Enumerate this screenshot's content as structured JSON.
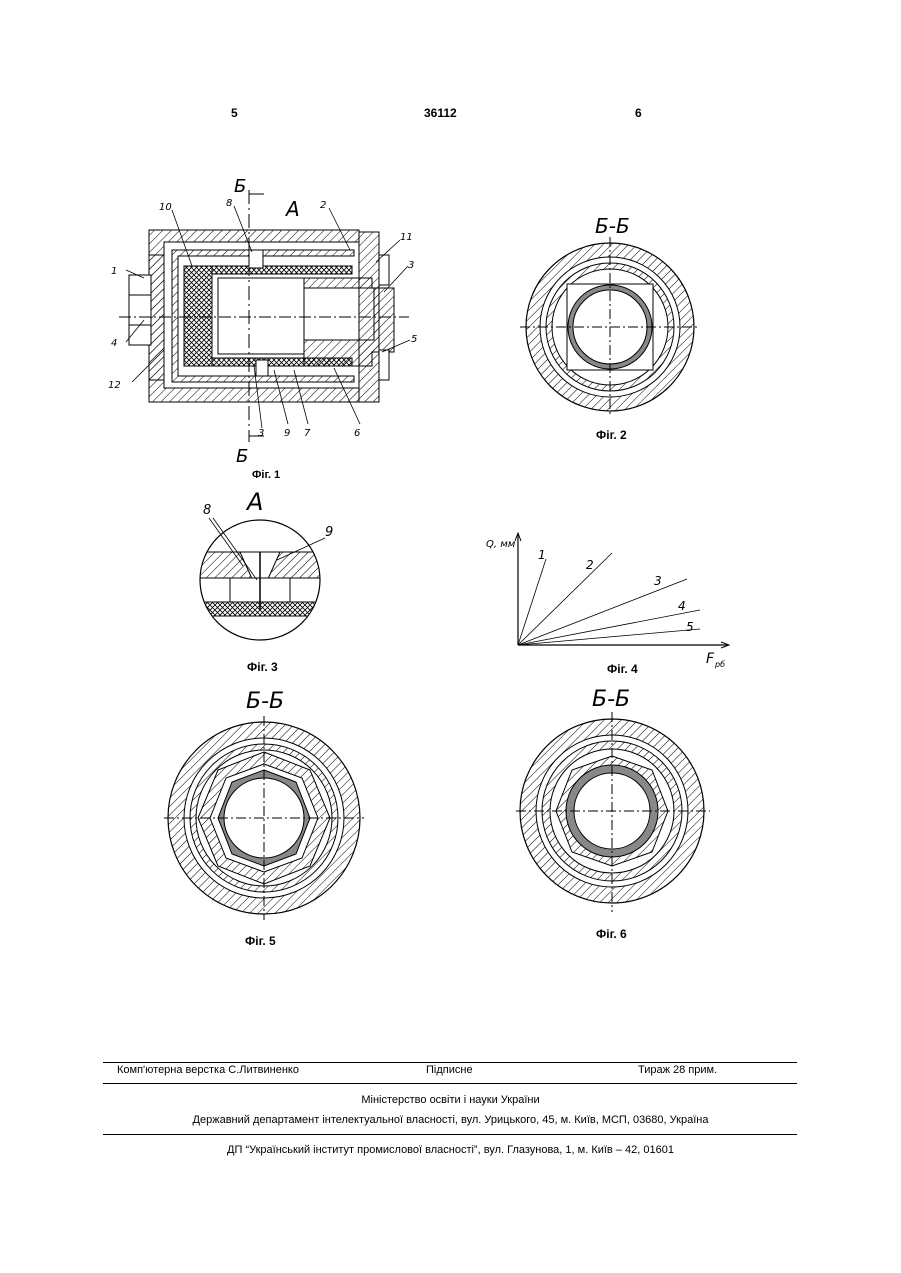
{
  "header": {
    "left_page": "5",
    "patent_number": "36112",
    "right_page": "6"
  },
  "figures": {
    "fig1": {
      "caption": "Фіг. 1",
      "section_marks": [
        "Б",
        "Б"
      ],
      "detail_mark": "А",
      "callouts": [
        "1",
        "2",
        "3",
        "3",
        "4",
        "5",
        "6",
        "7",
        "8",
        "9",
        "10",
        "11",
        "12"
      ]
    },
    "fig2": {
      "caption": "Фіг. 2",
      "title": "Б-Б"
    },
    "fig3": {
      "caption": "Фіг. 3",
      "title": "А",
      "callouts": [
        "8",
        "9"
      ]
    },
    "fig4": {
      "caption": "Фіг. 4",
      "y_label": "Q, мм",
      "x_label": "F",
      "x_label_sub": "рб",
      "line_labels": [
        "1",
        "2",
        "3",
        "4",
        "5"
      ]
    },
    "fig5": {
      "caption": "Фіг. 5",
      "title": "Б-Б"
    },
    "fig6": {
      "caption": "Фіг. 6",
      "title": "Б-Б"
    }
  },
  "footer": {
    "typesetting": "Комп'ютерна верстка С.Литвиненко",
    "subscription": "Підписне",
    "circulation": "Тираж 28 прим.",
    "ministry": "Міністерство освіти і науки України",
    "department": "Державний департамент інтелектуальної власності, вул. Урицького, 45, м. Київ, МСП, 03680, Україна",
    "institute": "ДП “Український інститут промислової власності”, вул. Глазунова, 1, м. Київ – 42, 01601"
  }
}
